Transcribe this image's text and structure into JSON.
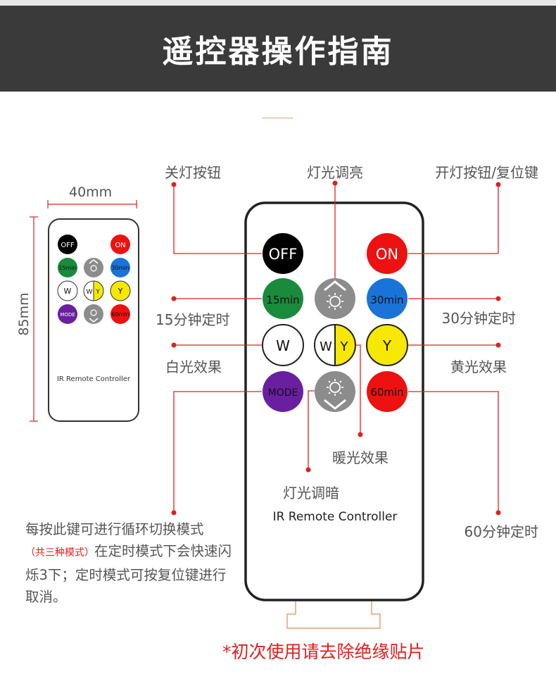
{
  "header": {
    "title": "遥控器操作指南"
  },
  "colors": {
    "header_bg": "#3a3a3a",
    "callout_red": "#e02020",
    "btn_black": "#000000",
    "btn_red": "#ee1111",
    "btn_green": "#1a8a3c",
    "btn_blue": "#1a73d8",
    "btn_grey": "#8c8c8c",
    "btn_white": "#ffffff",
    "btn_yellow": "#f6e800",
    "btn_purple": "#6a1fa0"
  },
  "dimensions": {
    "width_label": "40mm",
    "height_label": "85mm"
  },
  "buttons": {
    "off": "OFF",
    "on": "ON",
    "min15": "15min",
    "min30": "30min",
    "min60": "60min",
    "w": "W",
    "y": "Y",
    "wy_w": "W",
    "wy_y": "Y",
    "mode": "MODE",
    "brighten_icon": "sun-up-arrow-icon",
    "dim_icon": "sun-down-arrow-icon"
  },
  "remote_label": "IR Remote Controller",
  "callouts": {
    "off": "关灯按钮",
    "brighten": "灯光调亮",
    "on": "开灯按钮/复位键",
    "min15": "15分钟定时",
    "min30": "30分钟定时",
    "white": "白光效果",
    "yellow": "黄光效果",
    "warm": "暖光效果",
    "dim": "灯光调暗",
    "min60": "60分钟定时"
  },
  "mode_desc": {
    "line1": "每按此键可进行循环切换模式",
    "red": "（共三种模式）",
    "rest": "在定时模式下会快速闪烁3下；定时模式可按复位键进行取消。"
  },
  "footer_note": "*初次使用请去除绝缘贴片"
}
